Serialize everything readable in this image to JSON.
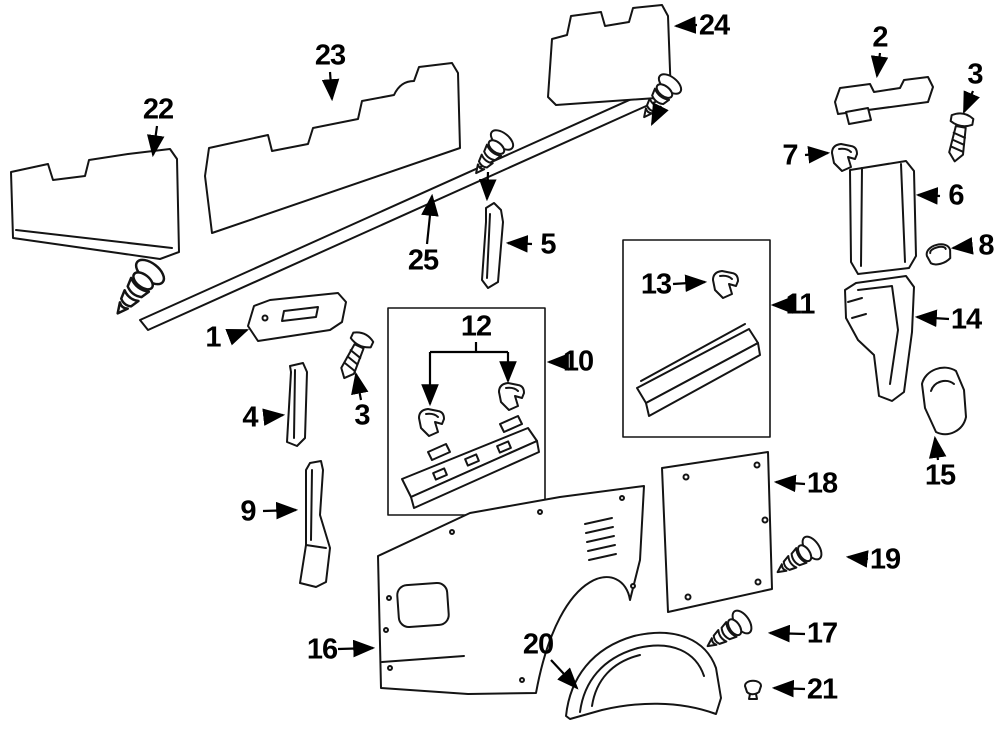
{
  "colors": {
    "background": "#ffffff",
    "line": "#141414",
    "label_text": "#000000"
  },
  "callouts": [
    {
      "label": "22"
    },
    {
      "label": "23"
    },
    {
      "label": "24"
    },
    {
      "label": "25"
    },
    {
      "label": "1"
    },
    {
      "label": "3"
    },
    {
      "label": "4"
    },
    {
      "label": "9"
    },
    {
      "label": "5"
    },
    {
      "label": "12"
    },
    {
      "label": "10"
    },
    {
      "label": "13"
    },
    {
      "label": "11"
    },
    {
      "label": "2"
    },
    {
      "label": "3"
    },
    {
      "label": "7"
    },
    {
      "label": "6"
    },
    {
      "label": "8"
    },
    {
      "label": "14"
    },
    {
      "label": "15"
    },
    {
      "label": "18"
    },
    {
      "label": "19"
    },
    {
      "label": "17"
    },
    {
      "label": "21"
    },
    {
      "label": "16"
    },
    {
      "label": "20"
    }
  ]
}
